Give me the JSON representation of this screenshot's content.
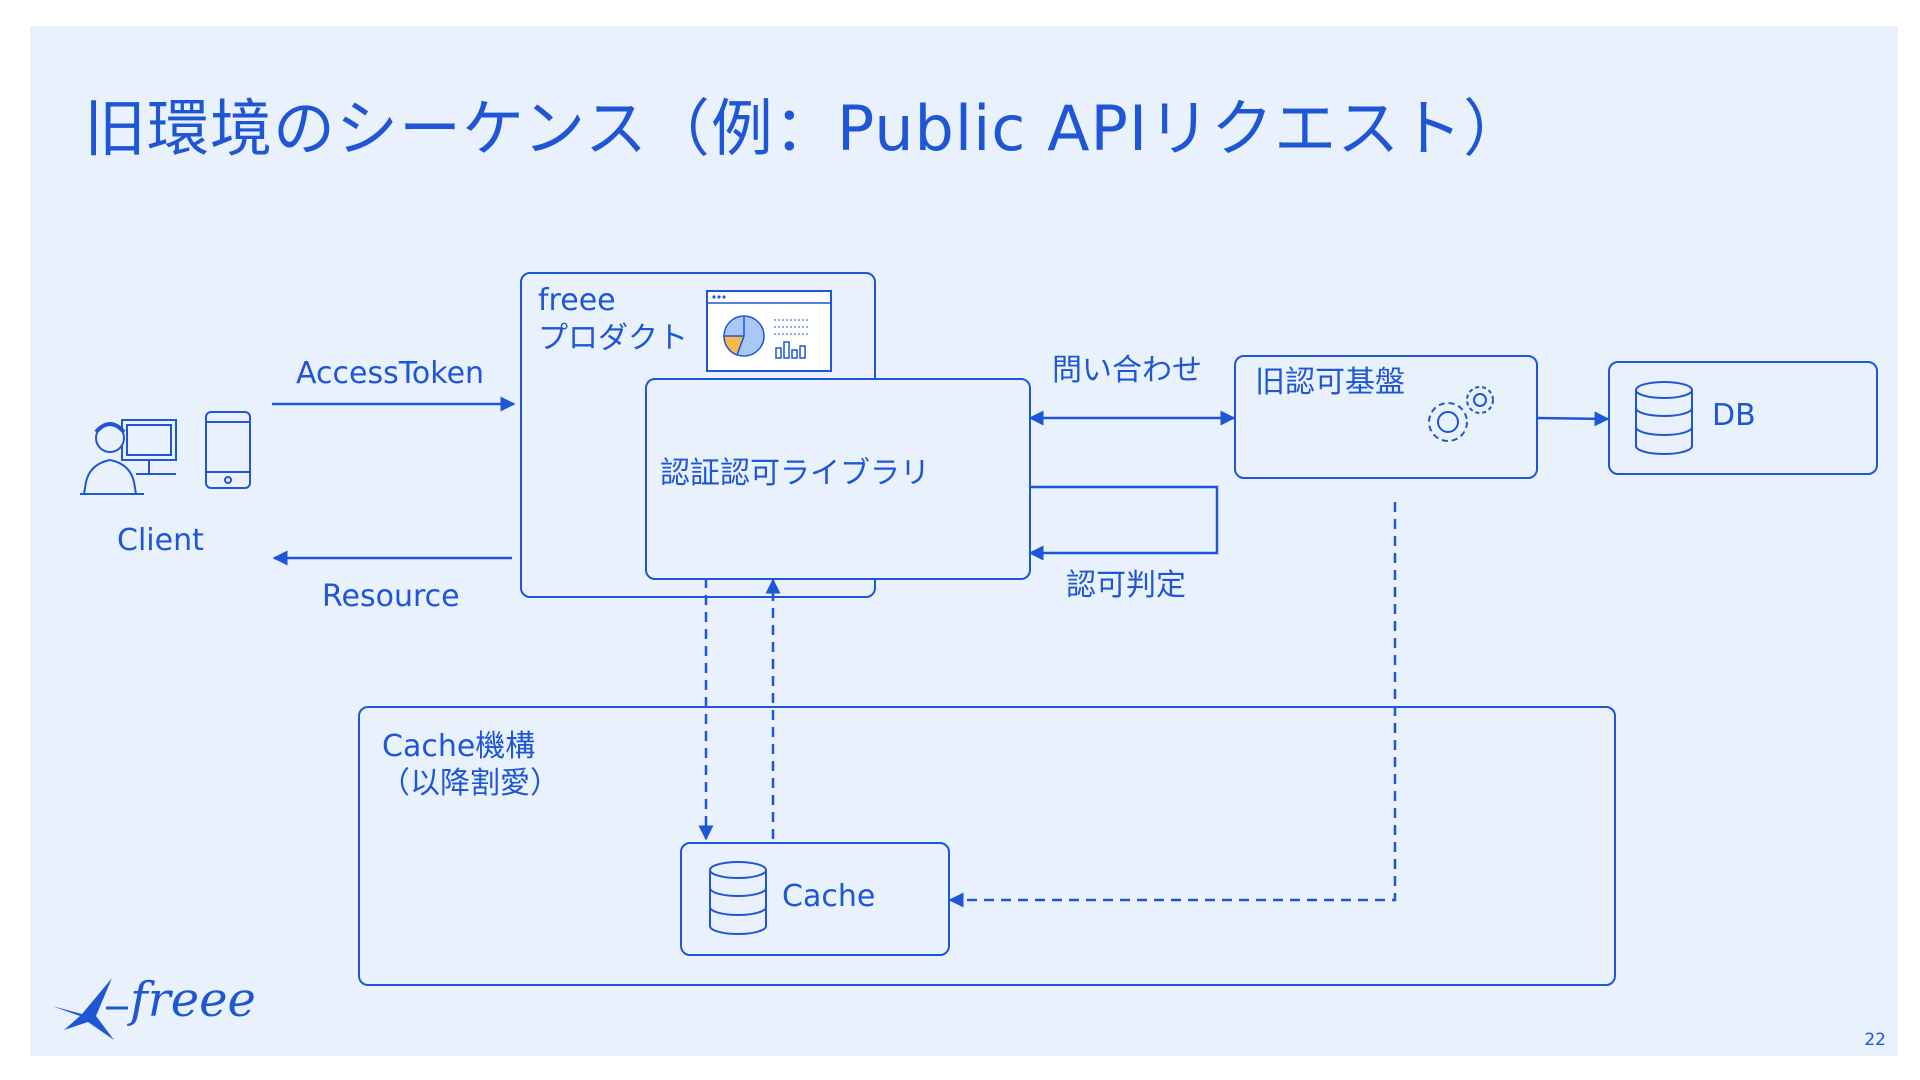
{
  "slide": {
    "title": "旧環境のシーケンス（例：Public APIリクエスト）",
    "page_number": "22",
    "logo_text": "freee"
  },
  "nodes": {
    "client": "Client",
    "product_line1": "freee",
    "product_line2": "プロダクト",
    "auth_library": "認証認可ライブラリ",
    "old_authz": "旧認可基盤",
    "db": "DB",
    "cache_system_line1": "Cache機構",
    "cache_system_line2": "（以降割愛）",
    "cache": "Cache"
  },
  "edges": {
    "access_token": "AccessToken",
    "resource": "Resource",
    "inquiry": "問い合わせ",
    "authz_decision": "認可判定"
  },
  "icons": [
    "user-workstation-icon",
    "smartphone-icon",
    "dashboard-icon",
    "gears-icon",
    "database-icon"
  ],
  "colors": {
    "accent": "#1f56d6",
    "background": "#e9f2fc",
    "chart_orange": "#f5b94a"
  }
}
